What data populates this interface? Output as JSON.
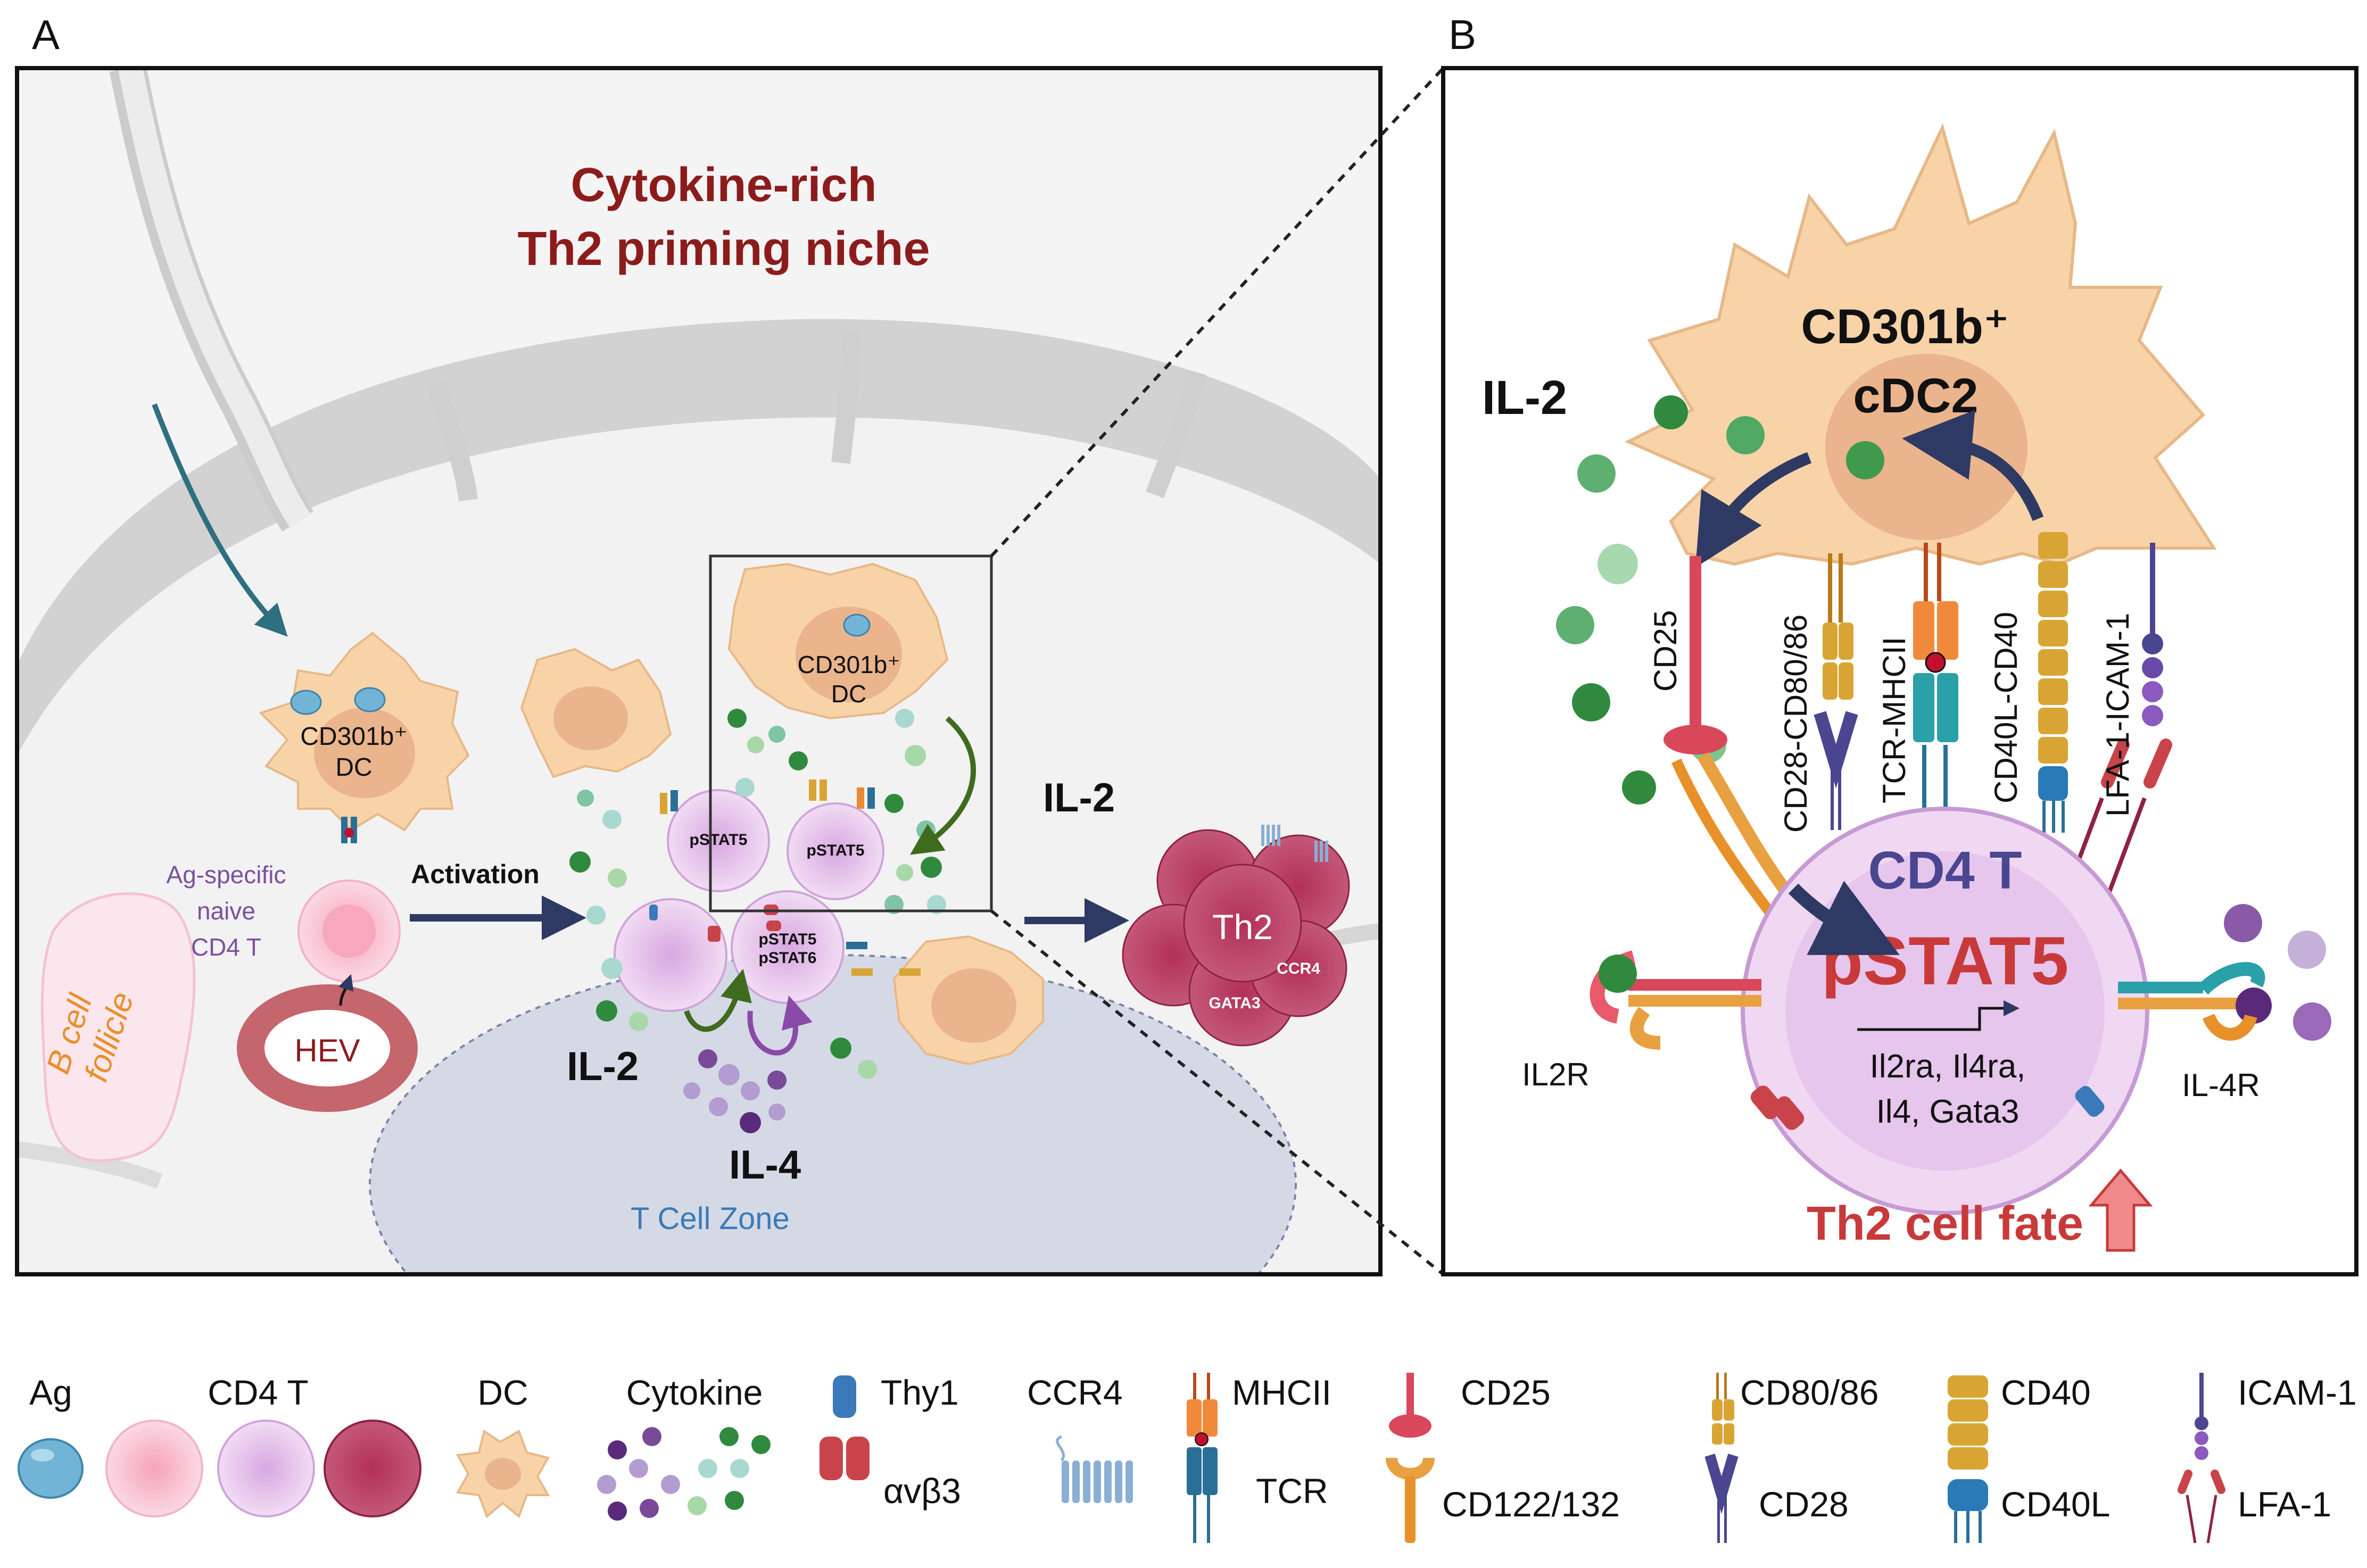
{
  "panels": {
    "a_label": "A",
    "b_label": "B"
  },
  "panel_a": {
    "niche_title_line1": "Cytokine-rich",
    "niche_title_line2": "Th2 priming niche",
    "dc_label_line1": "CD301b⁺",
    "dc_label_line2": "DC",
    "dc2_label_line1": "CD301b⁺",
    "dc2_label_line2": "DC",
    "naive_line1": "Ag-specific",
    "naive_line2": "naive",
    "naive_line3": "CD4 T",
    "activation": "Activation",
    "hev": "HEV",
    "b_cell_line1": "B cell",
    "b_cell_line2": "follicle",
    "pstat5_a": "pSTAT5",
    "pstat5_b": "pSTAT5",
    "pstat56_line1": "pSTAT5",
    "pstat56_line2": "pSTAT6",
    "il2_left": "IL-2",
    "il2_right": "IL-2",
    "il4": "IL-4",
    "t_cell_zone": "T Cell Zone",
    "th2": "Th2",
    "ccr4": "CCR4",
    "gata3": "GATA3"
  },
  "panel_b": {
    "dc_line1": "CD301b⁺",
    "dc_line2": "cDC2",
    "il2": "IL-2",
    "cd25": "CD25",
    "cd28_cd80": "CD28-CD80/86",
    "tcr_mhcii": "TCR-MHCII",
    "cd40l_cd40": "CD40L-CD40",
    "lfa_icam": "LFA-1-ICAM-1",
    "cd4t": "CD4 T",
    "pstat5": "pSTAT5",
    "genes_line1": "Il2ra, Il4ra,",
    "genes_line2": "Il4, Gata3",
    "il2r": "IL2R",
    "il4r": "IL-4R",
    "fate": "Th2 cell fate"
  },
  "legend": {
    "ag": "Ag",
    "cd4t": "CD4 T",
    "dc": "DC",
    "cytokine": "Cytokine",
    "thy1": "Thy1",
    "avb3": "αvβ3",
    "ccr4": "CCR4",
    "mhcii": "MHCII",
    "tcr": "TCR",
    "cd25": "CD25",
    "cd122": "CD122/132",
    "cd80": "CD80/86",
    "cd28": "CD28",
    "cd40": "CD40",
    "cd40l": "CD40L",
    "icam1": "ICAM-1",
    "lfa1": "LFA-1"
  },
  "colors": {
    "dark_red_title": "#8c1c1c",
    "dc_fill": "#f8d3a8",
    "naive_pink": "#f8c6d6",
    "activated_purple": "#e6c6ec",
    "th2_maroon": "#a8385a",
    "navy_arrow": "#2e3a63",
    "green_arrow": "#3f6b1e",
    "purple_text": "#7a50a0",
    "blue_text": "#3a7ab8",
    "orange_text": "#e8902a",
    "fate_red": "#c83a3a"
  }
}
